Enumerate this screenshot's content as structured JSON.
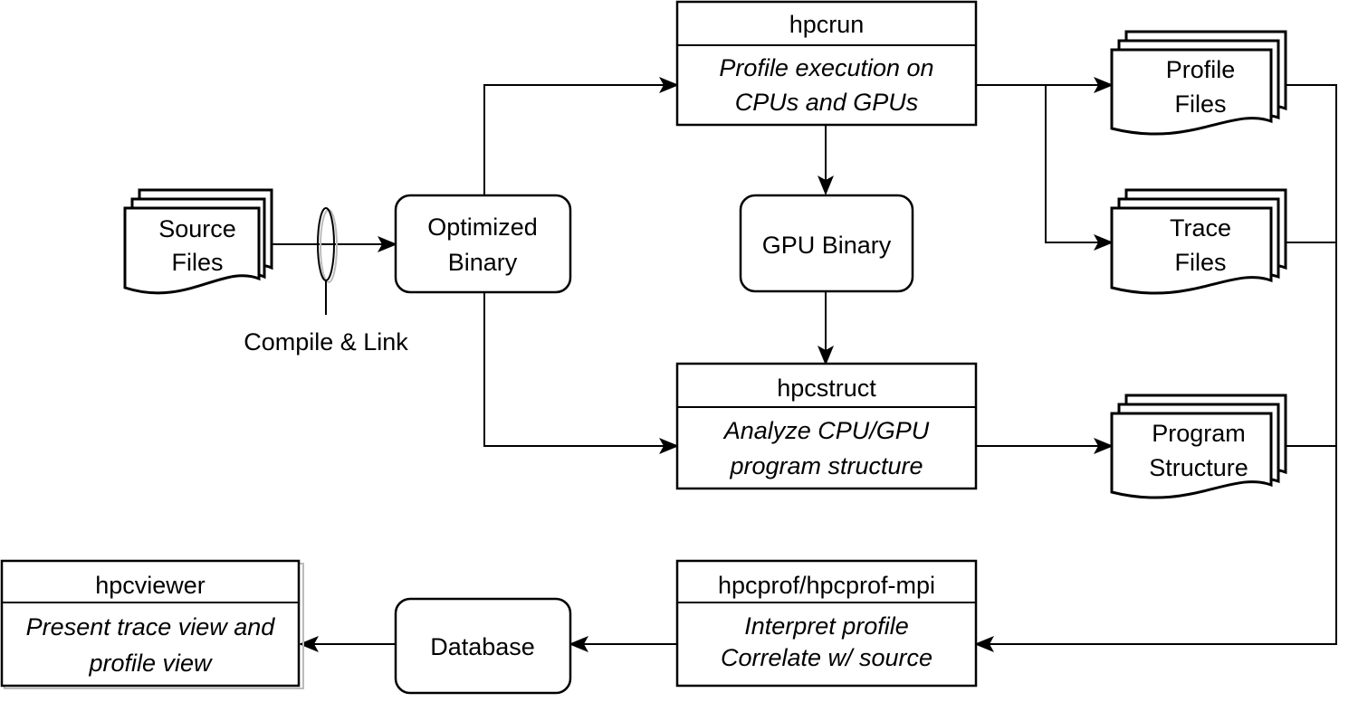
{
  "title": "HPCToolkit workflow",
  "nodes": {
    "source_files": [
      "Source",
      "Files"
    ],
    "compile_link": "Compile & Link",
    "optimized_binary": [
      "Optimized",
      "Binary"
    ],
    "hpcrun": {
      "title": "hpcrun",
      "desc": [
        "Profile execution on",
        "CPUs and GPUs"
      ]
    },
    "gpu_binary": "GPU Binary",
    "hpcstruct": {
      "title": "hpcstruct",
      "desc": [
        "Analyze CPU/GPU",
        "program structure"
      ]
    },
    "profile_files": [
      "Profile",
      "Files"
    ],
    "trace_files": [
      "Trace",
      "Files"
    ],
    "program_structure": [
      "Program",
      "Structure"
    ],
    "hpcprof": {
      "title": "hpcprof/hpcprof-mpi",
      "desc": [
        "Interpret profile",
        "Correlate w/ source"
      ]
    },
    "database": "Database",
    "hpcviewer": {
      "title": "hpcviewer",
      "desc": [
        "Present trace view and",
        "profile view"
      ]
    }
  }
}
